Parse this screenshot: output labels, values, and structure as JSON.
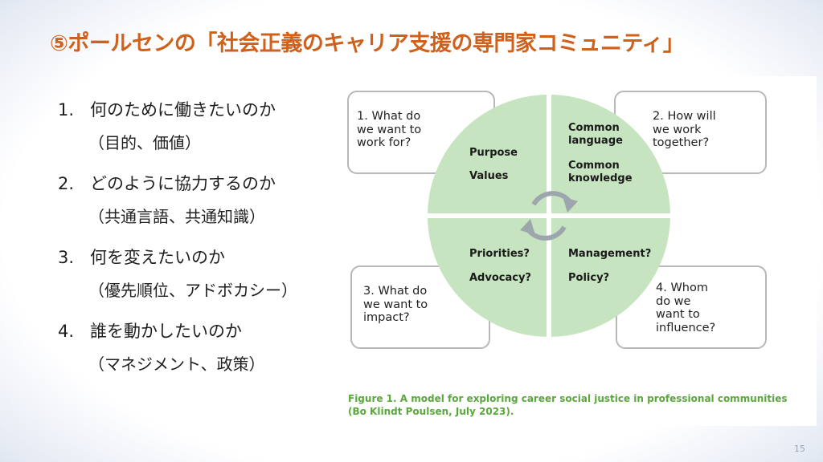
{
  "slide": {
    "title": "⑤ポールセンの「社会正義のキャリア支援の専門家コミュニティ」",
    "page_number": "15"
  },
  "list": [
    {
      "num": "1.",
      "text": "何のために働きたいのか",
      "sub": "（目的、価値）"
    },
    {
      "num": "2.",
      "text": "どのように協力するのか",
      "sub": "（共通言語、共通知識）"
    },
    {
      "num": "3.",
      "text": "何を変えたいのか",
      "sub": "（優先順位、アドボカシー）"
    },
    {
      "num": "4.",
      "text": "誰を動かしたいのか",
      "sub": "（マネジメント、政策）"
    }
  ],
  "figure": {
    "boxes": [
      "1. What do\n    we want to\n    work for?",
      "2. How will\n    we work\n    together?",
      "3. What do\n    we want to\n    impact?",
      "4. Whom\n    do we\n    want to\n    influence?"
    ],
    "quadrants": [
      {
        "line1": "Purpose",
        "line2": "Values"
      },
      {
        "line1": "Common\nlanguage",
        "line2": "Common\nknowledge"
      },
      {
        "line1": "Priorities?",
        "line2": "Advocacy?"
      },
      {
        "line1": "Management?",
        "line2": "Policy?"
      }
    ],
    "caption": "Figure 1. A model for exploring career social justice in professional communities\n(Bo Klindt Poulsen, July 2023).",
    "colors": {
      "circle_fill": "#c6e4bf",
      "arrow": "#9ea6ad",
      "caption": "#5aa83c",
      "box_border": "#b8b8b8"
    }
  }
}
